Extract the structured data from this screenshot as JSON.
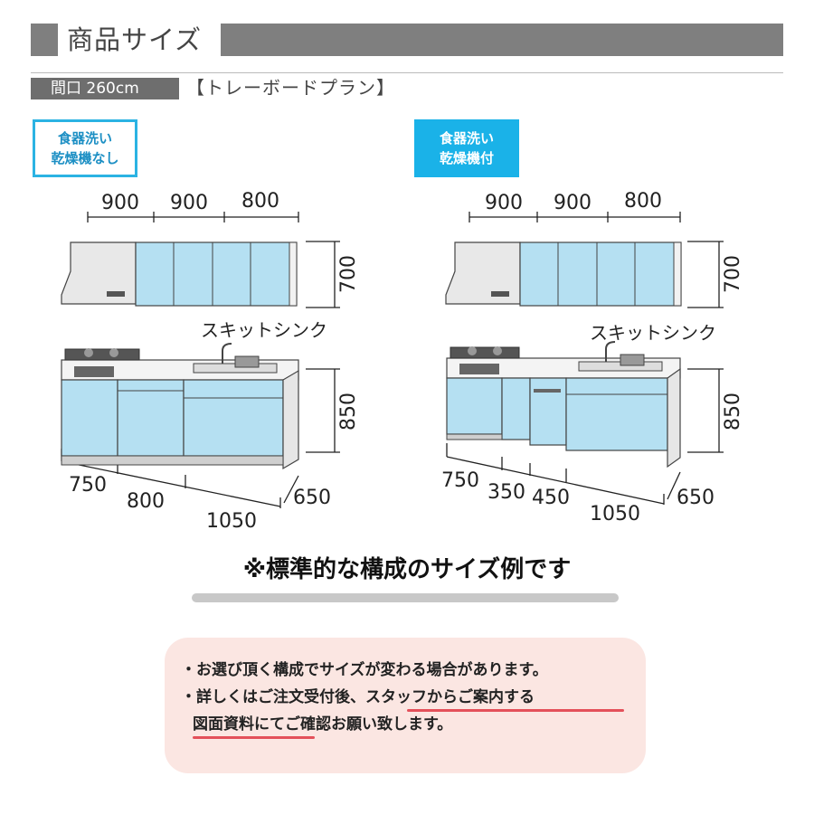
{
  "header": {
    "title": "商品サイズ",
    "sub_size": "間口 260cm",
    "sub_plan": "【トレーボードプラン】"
  },
  "badges": {
    "without": {
      "line1": "食器洗い",
      "line2": "乾燥機なし"
    },
    "with": {
      "line1": "食器洗い",
      "line2": "乾燥機付"
    }
  },
  "left_diagram": {
    "upper_widths": [
      "900",
      "900",
      "800"
    ],
    "upper_height": "700",
    "sink_label": "スキットシンク",
    "lower_height": "850",
    "lower_widths": [
      "750",
      "800",
      "1050"
    ],
    "depth": "650"
  },
  "right_diagram": {
    "upper_widths": [
      "900",
      "900",
      "800"
    ],
    "upper_height": "700",
    "sink_label": "スキットシンク",
    "lower_height": "850",
    "lower_widths": [
      "750",
      "350",
      "450",
      "1050"
    ],
    "depth": "650"
  },
  "note": {
    "title": "※標準的な構成のサイズ例です",
    "line1": "・お選び頂く構成でサイズが変わる場合があります。",
    "line2_prefix": "・詳しくはご注文受付後、",
    "line2_highlight": "スタッフからご案内する",
    "line3_highlight": "図面資料にてご確認お願い致します。",
    "highlight_color": "#e4505a"
  },
  "colors": {
    "cabinet_blue": "#b5e0f2",
    "badge_blue": "#1ab2e8",
    "header_gray": "#7f7f7f"
  }
}
